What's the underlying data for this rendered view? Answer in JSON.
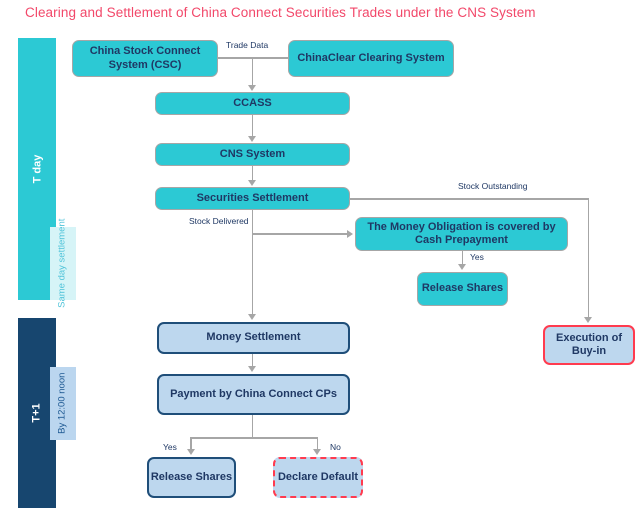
{
  "title": "Clearing and Settlement of China Connect Securities Trades under the CNS System",
  "accent": {
    "title_color": "#F2486A",
    "cyan": "#2CC9D4",
    "navy": "#17466F",
    "light_blue": "#BDD7EE",
    "border_blue": "#1F4E79",
    "red": "#FF3B4F",
    "connector_gray": "#A6A6A6",
    "text_navy": "#1F3864"
  },
  "phases": [
    {
      "id": "t-day",
      "label": "T day",
      "sub_label": "Same day settlement"
    },
    {
      "id": "t-plus-1",
      "label": "T+1",
      "sub_label": "By 12:00 noon"
    }
  ],
  "nodes": {
    "csc": "China  Stock Connect System (CSC)",
    "chinaclear": "ChinaClear Clearing System",
    "ccass": "CCASS",
    "cns": "CNS System",
    "securities_settlement": "Securities Settlement",
    "money_obligation": "The Money Obligation is covered by Cash Prepayment",
    "release_shares_cash": "Release Shares",
    "money_settlement": "Money  Settlement",
    "payment_cps": "Payment by China Connect CPs",
    "execution_buy_in": "Execution of Buy-in",
    "release_shares_final": "Release Shares",
    "declare_default": "Declare Default"
  },
  "edge_labels": {
    "trade_data": "Trade Data",
    "stock_outstanding": "Stock Outstanding",
    "stock_delivered": "Stock Delivered",
    "yes_cash": "Yes",
    "yes_payment": "Yes",
    "no_payment": "No"
  }
}
